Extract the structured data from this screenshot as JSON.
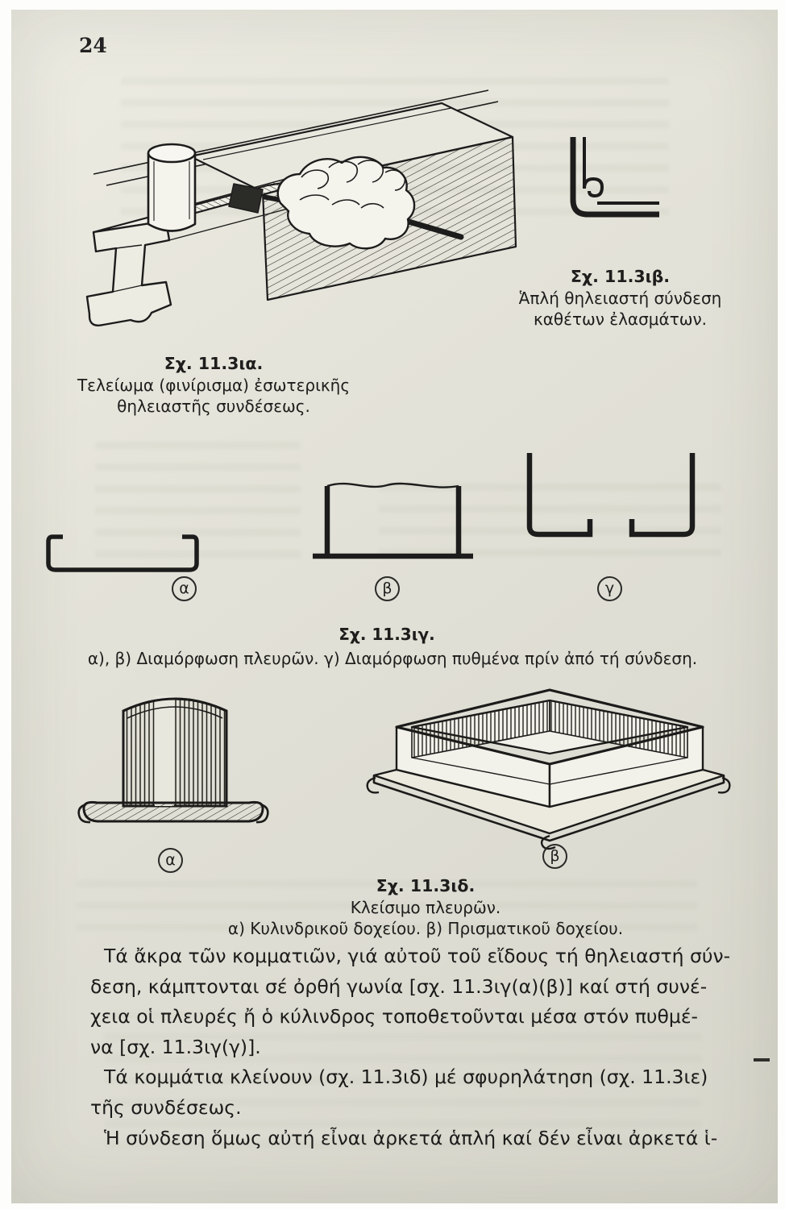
{
  "page": {
    "number": "24"
  },
  "figures": {
    "fig_11_3ia": {
      "title": "Σχ. 11.3ια.",
      "caption_lines": [
        "Τελείωμα (φινίρισμα) ἐσωτερικῆς",
        "θηλειαστῆς συνδέσεως."
      ]
    },
    "fig_11_3ib": {
      "title": "Σχ. 11.3ιβ.",
      "caption_lines": [
        "Ἁπλή θηλειαστή σύνδεση",
        "καθέτων ἐλασμάτων."
      ]
    },
    "fig_11_3ig": {
      "title": "Σχ. 11.3ιγ.",
      "caption": "α), β) Διαμόρφωση πλευρῶν. γ) Διαμόρφωση πυθμένα πρίν ἀπό τή σύνδεση.",
      "labels": {
        "a": "α",
        "b": "β",
        "g": "γ"
      }
    },
    "fig_11_3id": {
      "title": "Σχ. 11.3ιδ.",
      "caption_lines": [
        "Κλείσιμο πλευρῶν.",
        "α) Κυλινδρικοῦ δοχείου. β) Πρισματικοῦ δοχείου."
      ],
      "labels": {
        "a": "α",
        "b": "β"
      }
    }
  },
  "body": {
    "paragraphs": [
      {
        "lines": [
          "Τά ἄκρα τῶν κομματιῶν, γιά αὐτοῦ τοῦ εἴδους τή θηλειαστή σύν-",
          "δεση, κάμπτονται σέ ὀρθή γωνία [σχ. 11.3ιγ(α)(β)] καί στή συνέ-",
          "χεια οἱ πλευρές ἤ ὁ κύλινδρος τοποθετοῦνται μέσα στόν πυθμέ-",
          "να [σχ. 11.3ιγ(γ)]."
        ]
      },
      {
        "lines": [
          "Τά κομμάτια κλείνουν (σχ. 11.3ιδ) μέ σφυρηλάτηση (σχ. 11.3ιε)",
          "τῆς συνδέσεως."
        ]
      },
      {
        "lines": [
          "Ἡ σύνδεση ὅμως αὐτή εἶναι ἀρκετά ἁπλή καί δέν εἶναι ἀρκετά ἱ-"
        ]
      }
    ]
  }
}
